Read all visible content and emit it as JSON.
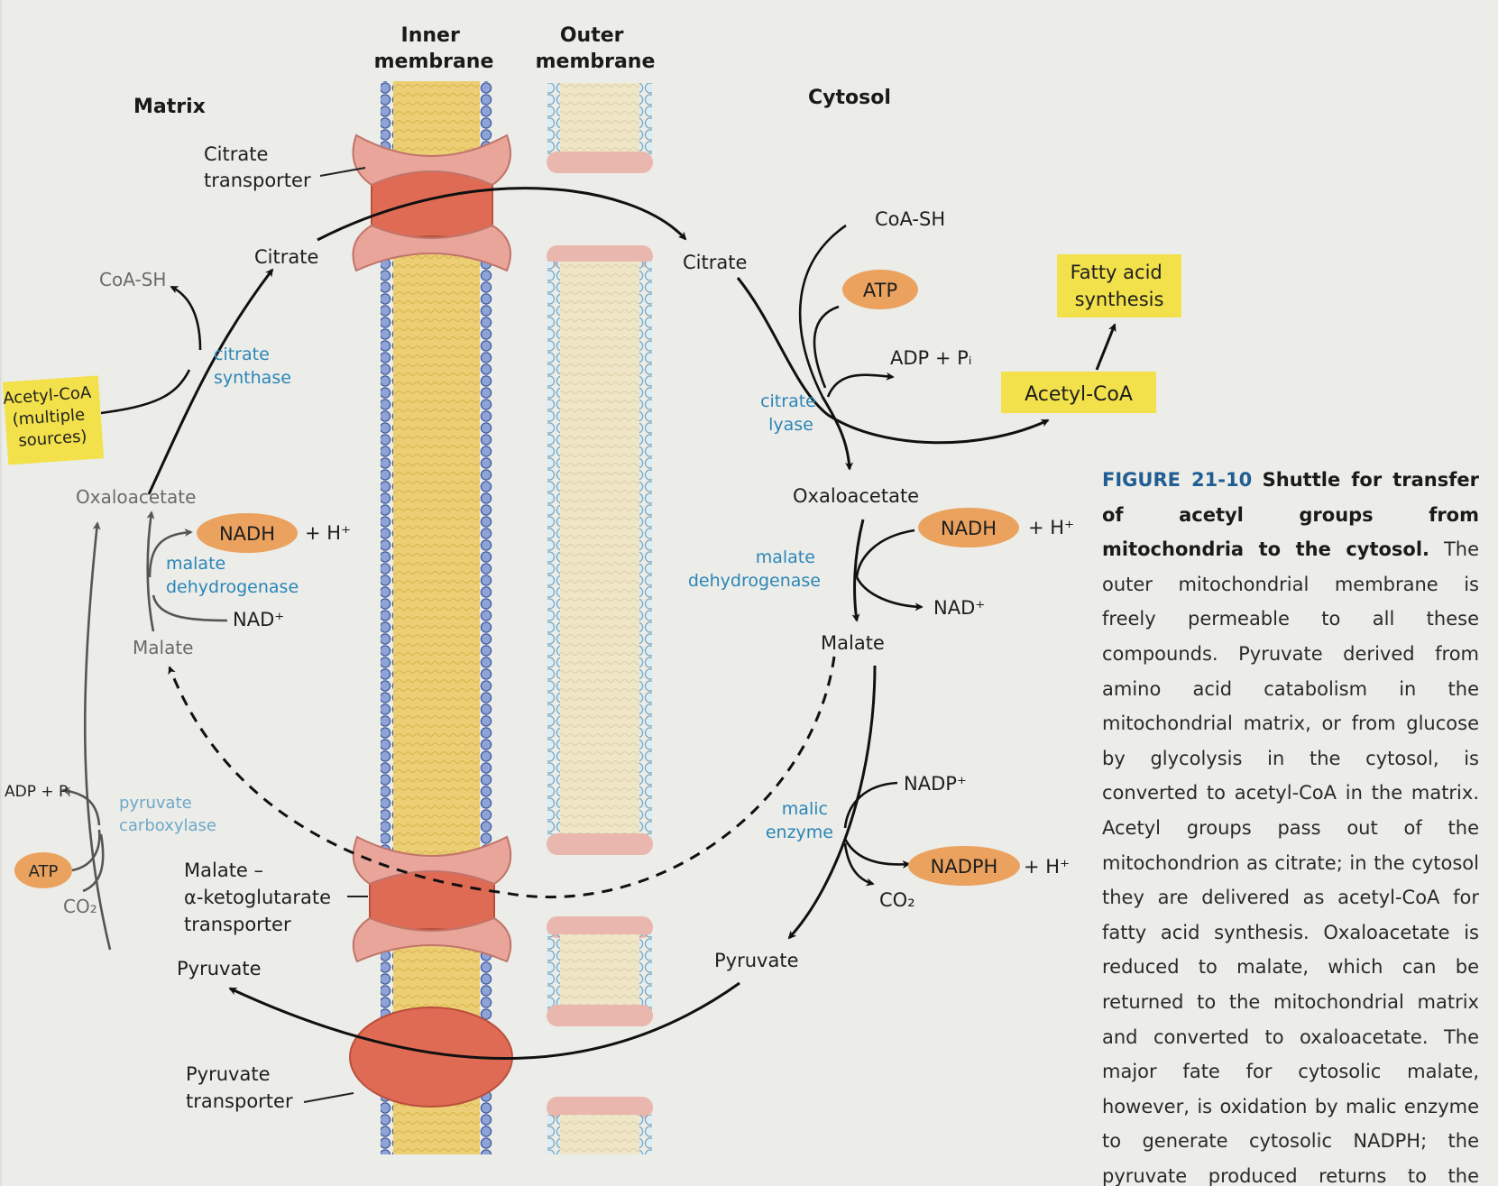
{
  "regions": {
    "matrix": "Matrix",
    "cytosol": "Cytosol",
    "inner_membrane": [
      "Inner",
      "membrane"
    ],
    "outer_membrane": [
      "Outer",
      "membrane"
    ]
  },
  "transporters": {
    "citrate": [
      "Citrate",
      "transporter"
    ],
    "malate_akg": [
      "Malate –",
      "α-ketoglutarate",
      "transporter"
    ],
    "pyruvate": [
      "Pyruvate",
      "transporter"
    ]
  },
  "matrix_side": {
    "citrate": "Citrate",
    "coa_sh": "CoA-SH",
    "acetyl_coa_box": [
      "Acetyl-CoA",
      "(multiple",
      "sources)"
    ],
    "citrate_synthase": [
      "citrate",
      "synthase"
    ],
    "oxaloacetate": "Oxaloacetate",
    "nadh": "NADH",
    "h_plus": "+ H⁺",
    "malate_dehydrogenase": [
      "malate",
      "dehydrogenase"
    ],
    "nad_plus": "NAD⁺",
    "malate": "Malate",
    "adp_pi": "ADP + Pᵢ",
    "pyruvate_carboxylase": [
      "pyruvate",
      "carboxylase"
    ],
    "atp": "ATP",
    "co2": "CO₂",
    "pyruvate": "Pyruvate"
  },
  "cytosol_side": {
    "citrate": "Citrate",
    "coa_sh": "CoA-SH",
    "atp": "ATP",
    "adp_pi": "ADP + Pᵢ",
    "citrate_lyase": [
      "citrate",
      "lyase"
    ],
    "acetyl_coa": "Acetyl-CoA",
    "fatty_acid_synthesis": [
      "Fatty acid",
      "synthesis"
    ],
    "oxaloacetate": "Oxaloacetate",
    "nadh": "NADH",
    "h_plus_1": "+ H⁺",
    "malate_dehydrogenase": [
      "malate",
      "dehydrogenase"
    ],
    "nad_plus": "NAD⁺",
    "malate": "Malate",
    "nadp_plus": "NADP⁺",
    "malic_enzyme": [
      "malic",
      "enzyme"
    ],
    "nadph": "NADPH",
    "h_plus_2": "+ H⁺",
    "co2": "CO₂",
    "pyruvate": "Pyruvate"
  },
  "caption": {
    "figure_number": "FIGURE 21-10",
    "title": "Shuttle for transfer of acetyl groups from mitochondria to the cytosol.",
    "body": "The outer mitochondrial membrane is freely permeable to all these compounds. Pyruvate derived from amino acid catabolism in the mitochondrial matrix, or from glucose by glycolysis in the cytosol, is converted to acetyl-CoA in the matrix. Acetyl groups pass out of the mitochondrion as citrate; in the cytosol they are delivered as acetyl-CoA for fatty acid synthesis. Oxaloacetate is reduced to malate, which can be returned to the mitochondrial matrix and converted to oxaloacetate. The major fate for cytosolic malate, however, is oxidation by malic enzyme to generate cytosolic NADPH; the pyruvate produced returns to the mitochondrial matrix."
  },
  "colors": {
    "page": "#ecece8",
    "enzyme_text": "#2a86b8",
    "highlight_yellow": "#f2e14a",
    "cofactor_orange": "#eaa25e",
    "transporter_red": "#e06b54",
    "transporter_pink": "#eaa59a",
    "inner_membrane_fill": "#ecd179",
    "inner_head_blue": "#6b83c4",
    "outer_head_lightblue": "#bcd8e4",
    "figure_label_blue": "#1f5d93"
  }
}
